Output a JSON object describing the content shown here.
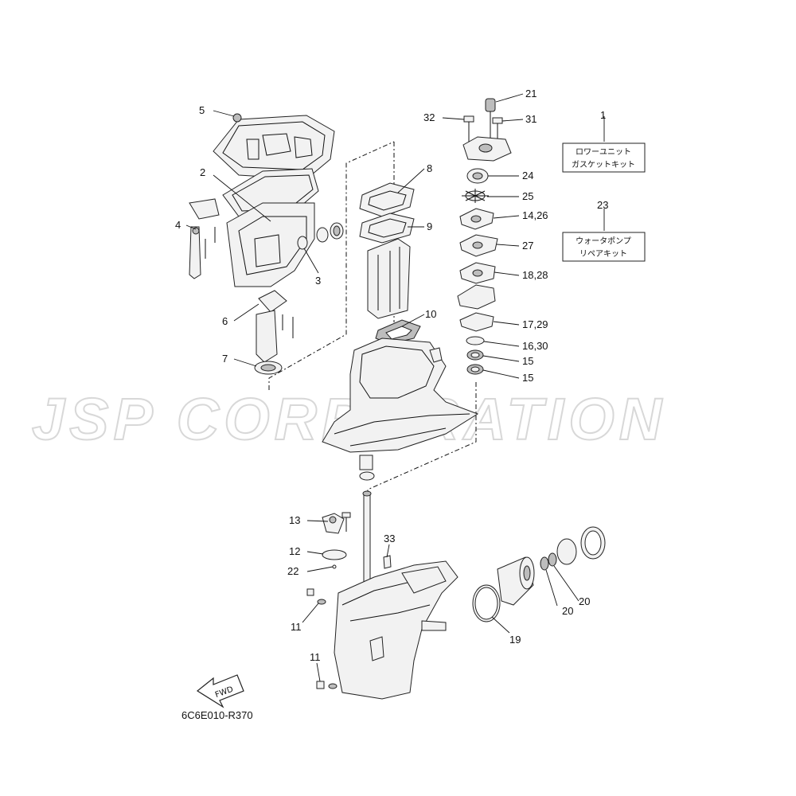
{
  "watermark": "JSP CORPORATION",
  "figure_code": "6C6E010-R370",
  "fwd_label": "FWD",
  "kits": {
    "lower_unit_gasket_kit": {
      "number": "1",
      "line1": "ロワーユニット",
      "line2": "ガスケットキット"
    },
    "water_pump_repair_kit": {
      "number": "23",
      "line1": "ウォータポンプ",
      "line2": "リペアキット"
    }
  },
  "callouts": {
    "c2": "2",
    "c3": "3",
    "c4": "4",
    "c5": "5",
    "c6": "6",
    "c7": "7",
    "c8": "8",
    "c9": "9",
    "c10": "10",
    "c11a": "11",
    "c11b": "11",
    "c12": "12",
    "c13": "13",
    "c14_26": "14,26",
    "c15a": "15",
    "c15b": "15",
    "c16_30": "16,30",
    "c17_29": "17,29",
    "c18_28": "18,28",
    "c19": "19",
    "c20a": "20",
    "c20b": "20",
    "c21": "21",
    "c22": "22",
    "c24": "24",
    "c25": "25",
    "c27": "27",
    "c31": "31",
    "c32": "32",
    "c33": "33"
  }
}
